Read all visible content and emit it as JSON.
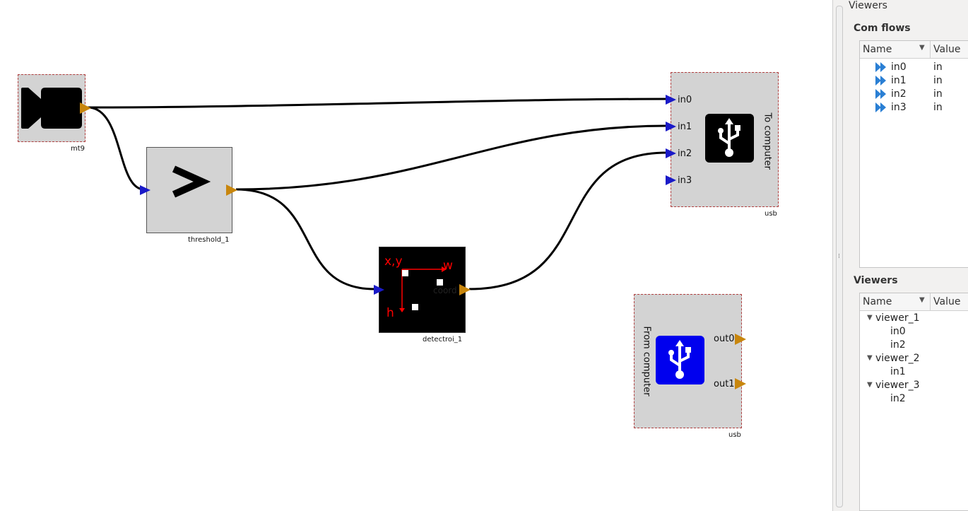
{
  "canvas": {
    "blocks": {
      "mt9": {
        "label": "mt9",
        "icon": "camera-icon"
      },
      "threshold": {
        "label": "threshold_1",
        "icon": "greater-than-icon"
      },
      "detectroi": {
        "label": "detectroi_1",
        "icon_text": {
          "xy": "x,y",
          "w": "w",
          "h": "h",
          "overlay": "coord"
        }
      },
      "to_computer": {
        "label": "usb",
        "title": "To computer",
        "inputs": [
          "in0",
          "in1",
          "in2",
          "in3"
        ],
        "icon": "usb-icon"
      },
      "from_computer": {
        "label": "usb",
        "title": "From computer",
        "outputs": [
          "out0",
          "out1"
        ],
        "icon": "usb-icon"
      }
    },
    "colors": {
      "input_pin": "#1a1ac8",
      "output_pin": "#c8860d",
      "block_fill": "#d3d3d3",
      "usb_blue": "#0000ee"
    }
  },
  "panel": {
    "title": "Viewers",
    "com_flows": {
      "title": "Com flows",
      "columns": [
        "Name",
        "Value"
      ],
      "rows": [
        {
          "name": "in0",
          "value": "in"
        },
        {
          "name": "in1",
          "value": "in"
        },
        {
          "name": "in2",
          "value": "in"
        },
        {
          "name": "in3",
          "value": "in"
        }
      ]
    },
    "viewers": {
      "title": "Viewers",
      "columns": [
        "Name",
        "Value"
      ],
      "items": [
        {
          "name": "viewer_1",
          "children": [
            "in0",
            "in2"
          ]
        },
        {
          "name": "viewer_2",
          "children": [
            "in1"
          ]
        },
        {
          "name": "viewer_3",
          "children": [
            "in2"
          ]
        }
      ]
    }
  }
}
